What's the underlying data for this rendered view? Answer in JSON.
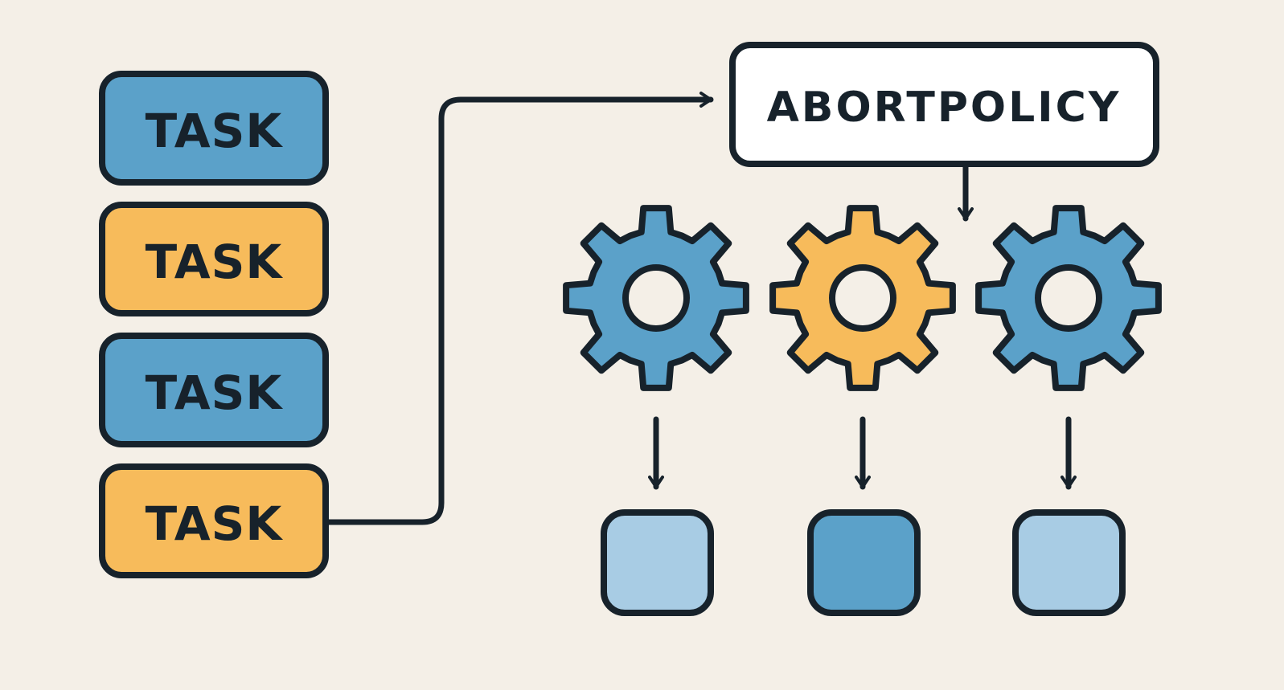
{
  "colors": {
    "background": "#f4efe7",
    "outline": "#17222b",
    "blue": "#5ba1c9",
    "orange": "#f7bb5b",
    "light_blue": "#a8cce4",
    "white": "#ffffff"
  },
  "tasks": [
    {
      "label": "TASK",
      "color": "blue"
    },
    {
      "label": "TASK",
      "color": "orange"
    },
    {
      "label": "TASK",
      "color": "blue"
    },
    {
      "label": "TASK",
      "color": "orange"
    }
  ],
  "policy": {
    "label": "ABORTPOLICY"
  },
  "gears": [
    {
      "icon": "gear-icon",
      "color": "blue"
    },
    {
      "icon": "gear-icon",
      "color": "orange"
    },
    {
      "icon": "gear-icon",
      "color": "blue"
    }
  ],
  "outputs": [
    {
      "color": "light_blue"
    },
    {
      "color": "blue"
    },
    {
      "color": "light_blue"
    }
  ]
}
